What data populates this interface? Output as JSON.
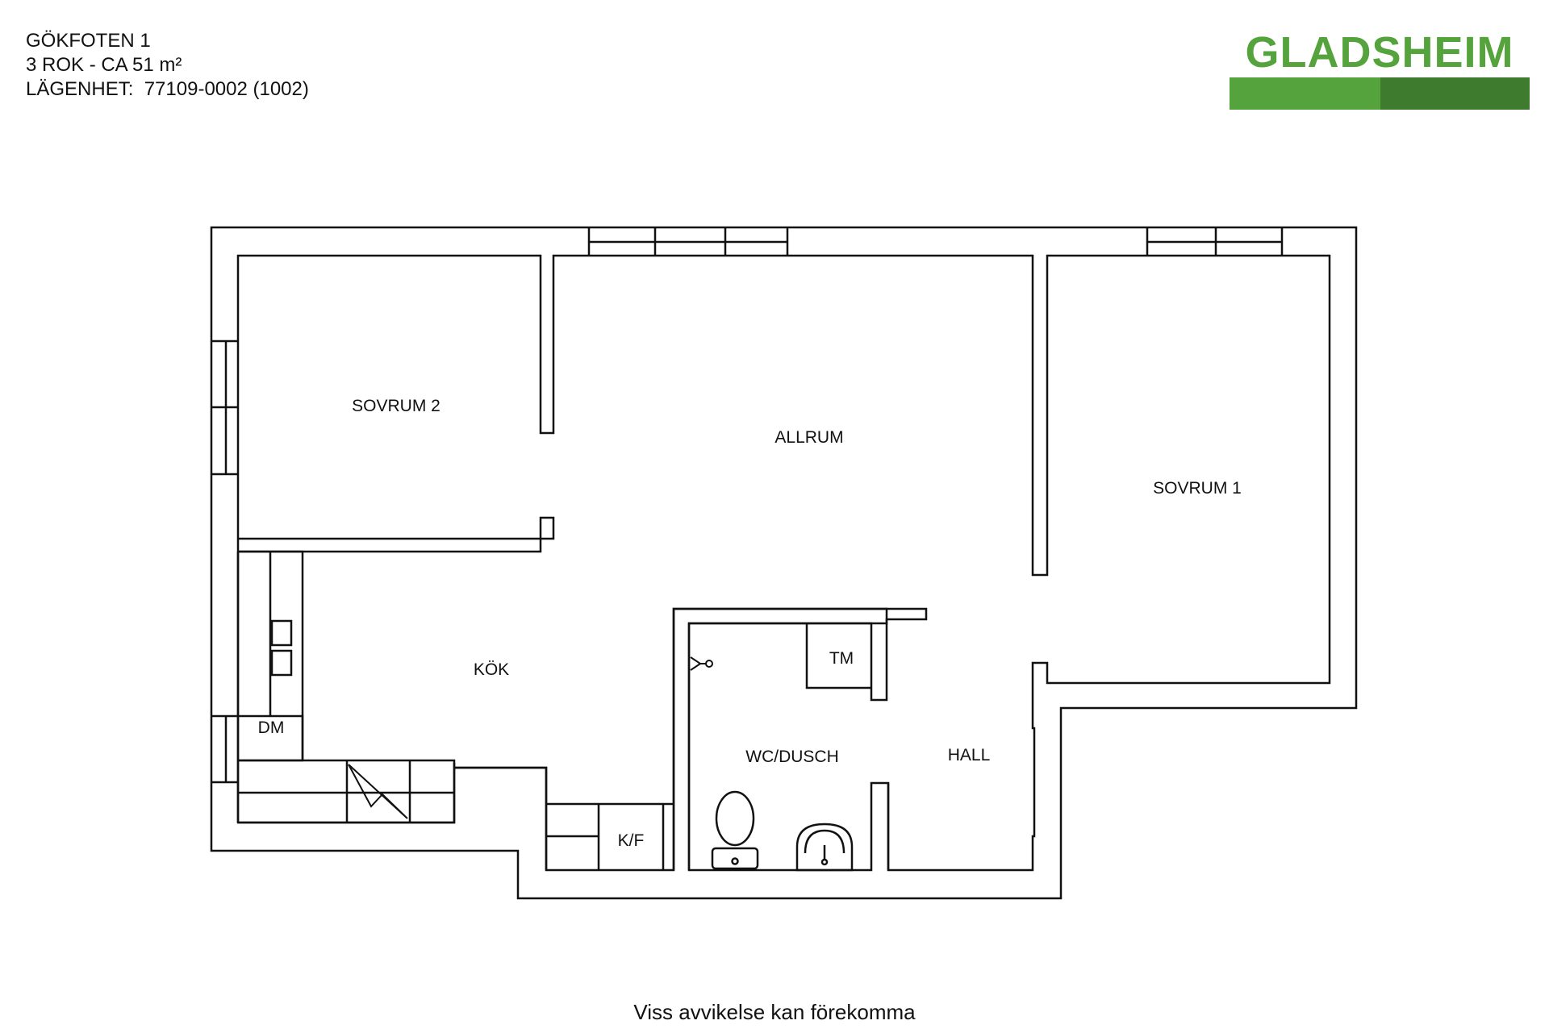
{
  "header": {
    "line1": "GÖKFOTEN 1",
    "line2": "3 ROK - CA 51 m²",
    "line3": "LÄGENHET:  77109-0002 (1002)"
  },
  "logo": {
    "text": "GLADSHEIM",
    "color_light": "#55a33c",
    "color_dark": "#3f7b2f"
  },
  "rooms": {
    "sovrum2": "SOVRUM 2",
    "allrum": "ALLRUM",
    "sovrum1": "SOVRUM 1",
    "kok": "KÖK",
    "tm": "TM",
    "dm": "DM",
    "wc_dusch": "WC/DUSCH",
    "hall": "HALL",
    "kf": "K/F"
  },
  "footer": {
    "note": "Viss avvikelse kan förekomma"
  }
}
